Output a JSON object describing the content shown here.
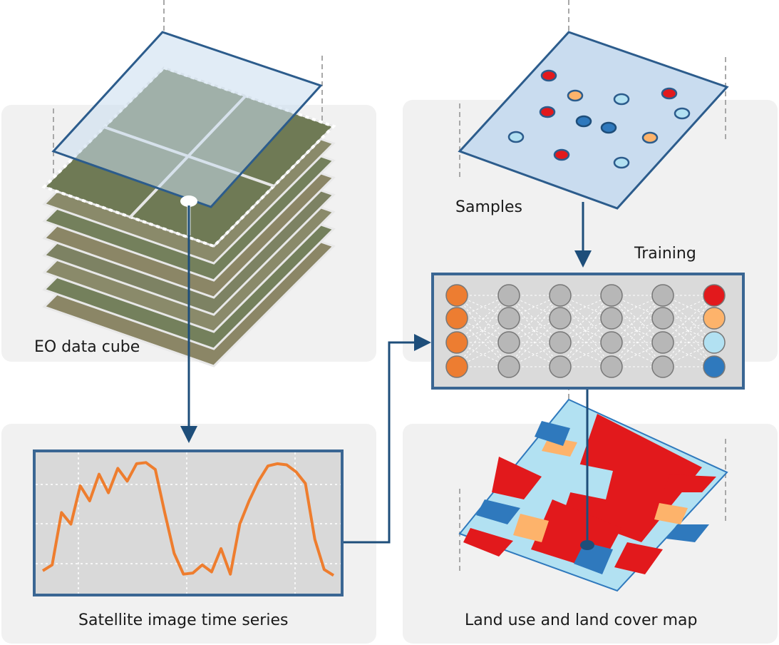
{
  "labels": {
    "cube": "EO data cube",
    "samples": "Samples",
    "training": "Training",
    "timeseries": "Satellite image time series",
    "map": "Land use and land cover map"
  },
  "colors": {
    "frame": "#3a6693",
    "arrow": "#1e4e7a",
    "series": "#ee7d2e",
    "input_node": "#ed7d31",
    "hidden_node": "#b7b7b7",
    "class_red": "#e2191c",
    "class_orange": "#fdb36b",
    "class_lightblue": "#b2e1f2",
    "class_blue": "#2f79bd",
    "plane_fill": "#c9dcef"
  },
  "network": {
    "layers": [
      "input",
      "hidden",
      "hidden",
      "hidden",
      "hidden",
      "output"
    ],
    "nodes_per_layer": 4,
    "output_classes": [
      "class_red",
      "class_orange",
      "class_lightblue",
      "class_blue"
    ]
  },
  "samples": {
    "points": [
      "class_red",
      "class_orange",
      "class_lightblue",
      "class_red",
      "class_red",
      "class_blue",
      "class_blue",
      "class_lightblue",
      "class_lightblue",
      "class_orange",
      "class_red",
      "class_lightblue"
    ]
  },
  "time_series": {
    "values": [
      0.05,
      0.1,
      0.55,
      0.45,
      0.78,
      0.65,
      0.88,
      0.72,
      0.93,
      0.82,
      0.97,
      0.98,
      0.92,
      0.55,
      0.2,
      0.02,
      0.03,
      0.1,
      0.04,
      0.24,
      0.02,
      0.45,
      0.65,
      0.82,
      0.95,
      0.97,
      0.96,
      0.9,
      0.8,
      0.32,
      0.06,
      0.01
    ]
  }
}
